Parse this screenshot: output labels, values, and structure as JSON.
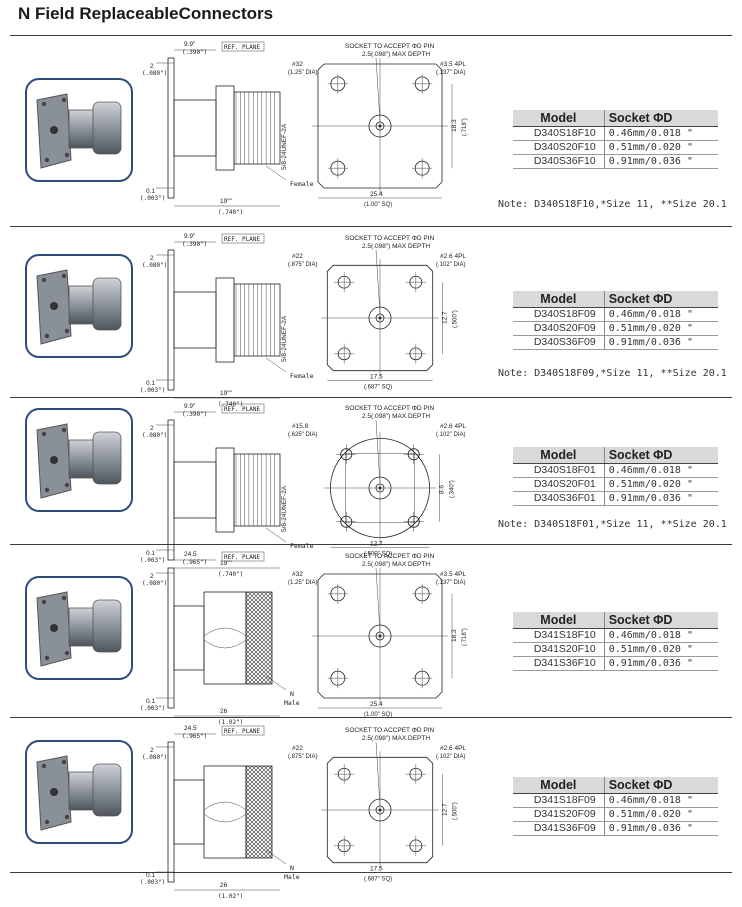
{
  "title": "N Field ReplaceableConnectors",
  "colors": {
    "photo_border": "#2e4b7c",
    "header_bg": "#d9d9d9",
    "separator": "#3a3a3a"
  },
  "table_headers": {
    "model": "Model",
    "socket": "Socket ΦD"
  },
  "sections": [
    {
      "drawing": {
        "dim_top": "9.9\"",
        "dim_top_in": "(.390\")",
        "ref_plane": "REF. PLANE",
        "dim_left": "2",
        "dim_left_in": "(.080\")",
        "dim_bot_left": "0.1",
        "dim_bot_left_in": "(.003\")",
        "thread": "5/8-24UNEF-2A",
        "gender": "Female",
        "dim_len": "19\"\"",
        "dim_len_in": "(.740\")",
        "socket_note_1": "SOCKET TO ACCEPT ΦD PIN",
        "socket_note_2": "2.5(.098\") MAX DEPTH",
        "hole_dia": "#32",
        "hole_dia_in": "(1.25\" DIA)",
        "screw": "#3.5 4PL",
        "screw_in": "(.137\" DIA)",
        "side_dim": "18.3",
        "side_dim_in": "(.718\")",
        "base_dim": "25.4",
        "base_dim_in": "(1.00\" SQ)"
      },
      "rows": [
        {
          "model": "D340S18F10",
          "socket": "0.46mm/0.018 \""
        },
        {
          "model": "D340S20F10",
          "socket": "0.51mm/0.020 \""
        },
        {
          "model": "D340S36F10",
          "socket": "0.91mm/0.036 \""
        }
      ],
      "note": "Note: D340S18F10,*Size 11, **Size 20.1"
    },
    {
      "drawing": {
        "dim_top": "9.9\"",
        "dim_top_in": "(.390\")",
        "ref_plane": "REF. PLANE",
        "dim_left": "2",
        "dim_left_in": "(.080\")",
        "dim_bot_left": "0.1",
        "dim_bot_left_in": "(.003\")",
        "thread": "5/8-24UNEF-2A",
        "gender": "Female",
        "dim_len": "19\"\"",
        "dim_len_in": "(.740\")",
        "socket_note_1": "SOCKET TO ACCEPT ΦD PIN",
        "socket_note_2": "2.5(.098\") MAX DEPTH",
        "hole_dia": "#22",
        "hole_dia_in": "(.875\" DIA)",
        "screw": "#2.6 4PL",
        "screw_in": "(.102\" DIA)",
        "side_dim": "12.7",
        "side_dim_in": "(.500\")",
        "base_dim": "17.5",
        "base_dim_in": "(.687\" SQ)"
      },
      "rows": [
        {
          "model": "D340S18F09",
          "socket": "0.46mm/0.018 \""
        },
        {
          "model": "D340S20F09",
          "socket": "0.51mm/0.020 \""
        },
        {
          "model": "D340S36F09",
          "socket": "0.91mm/0.036 \""
        }
      ],
      "note": "Note: D340S18F09,*Size 11, **Size 20.1"
    },
    {
      "drawing": {
        "dim_top": "9.9\"",
        "dim_top_in": "(.390\")",
        "ref_plane": "REF. PLANE",
        "dim_left": "2",
        "dim_left_in": "(.080\")",
        "dim_bot_left": "0.1",
        "dim_bot_left_in": "(.003\")",
        "thread": "5/8-24UNEF-2A",
        "gender": "Female",
        "dim_len": "19\"\"",
        "dim_len_in": "(.740\")",
        "socket_note_1": "SOCKET TO ACCEPT ΦD PIN",
        "socket_note_2": "2.5(.098\") MAX DEPTH",
        "hole_dia": "#15.8",
        "hole_dia_in": "(.625\" DIA)",
        "screw": "#2.6 4PL",
        "screw_in": "(.102\" DIA)",
        "side_dim": "8.6",
        "side_dim_in": "(.340\")",
        "base_dim": "12.7",
        "base_dim_in": "(.500\" SQ)"
      },
      "rows": [
        {
          "model": "D340S18F01",
          "socket": "0.46mm/0.018 \""
        },
        {
          "model": "D340S20F01",
          "socket": "0.51mm/0.020 \""
        },
        {
          "model": "D340S36F01",
          "socket": "0.91mm/0.036 \""
        }
      ],
      "note": "Note: D340S18F01,*Size 11, **Size 20.1"
    },
    {
      "drawing": {
        "dim_top": "24.5",
        "dim_top_in": "(.965\")",
        "ref_plane": "REF. PLANE",
        "dim_left": "2",
        "dim_left_in": "(.080\")",
        "dim_bot_left": "0.1",
        "dim_bot_left_in": "(.003\")",
        "thread": "",
        "gender": "N\nMale",
        "dim_len": "26",
        "dim_len_in": "(1.02\")",
        "socket_note_1": "SOCKET TO ACCPET ΦD PIN",
        "socket_note_2": "2.5(.098\") MAX DEPTH",
        "hole_dia": "#32",
        "hole_dia_in": "(1.25\" DIA)",
        "screw": "#3.5 4PL",
        "screw_in": "(.137\" DIA)",
        "side_dim": "18.3",
        "side_dim_in": "(.718\")",
        "base_dim": "25.4",
        "base_dim_in": "(1.00\" SQ)"
      },
      "rows": [
        {
          "model": "D341S18F10",
          "socket": "0.46mm/0.018 \""
        },
        {
          "model": "D341S20F10",
          "socket": "0.51mm/0.020 \""
        },
        {
          "model": "D341S36F10",
          "socket": "0.91mm/0.036 \""
        }
      ],
      "note": ""
    },
    {
      "drawing": {
        "dim_top": "24.5",
        "dim_top_in": "(.965\")",
        "ref_plane": "REF. PLANE",
        "dim_left": "2",
        "dim_left_in": "(.080\")",
        "dim_bot_left": "0.1",
        "dim_bot_left_in": "(.003\")",
        "thread": "",
        "gender": "N\nMale",
        "dim_len": "26",
        "dim_len_in": "(1.02\")",
        "socket_note_1": "SOCKET TO ACCPET ΦD PIN",
        "socket_note_2": "2.5(.098\") MAX DEPTH",
        "hole_dia": "#22",
        "hole_dia_in": "(.875\" DIA)",
        "screw": "#2.6 4PL",
        "screw_in": "(.102\" DIA)",
        "side_dim": "12.7",
        "side_dim_in": "(.500\")",
        "base_dim": "17.5",
        "base_dim_in": "(.687\" SQ)"
      },
      "rows": [
        {
          "model": "D341S18F09",
          "socket": "0.46mm/0.018 \""
        },
        {
          "model": "D341S20F09",
          "socket": "0.51mm/0.020 \""
        },
        {
          "model": "D341S36F09",
          "socket": "0.91mm/0.036 \""
        }
      ],
      "note": ""
    }
  ]
}
